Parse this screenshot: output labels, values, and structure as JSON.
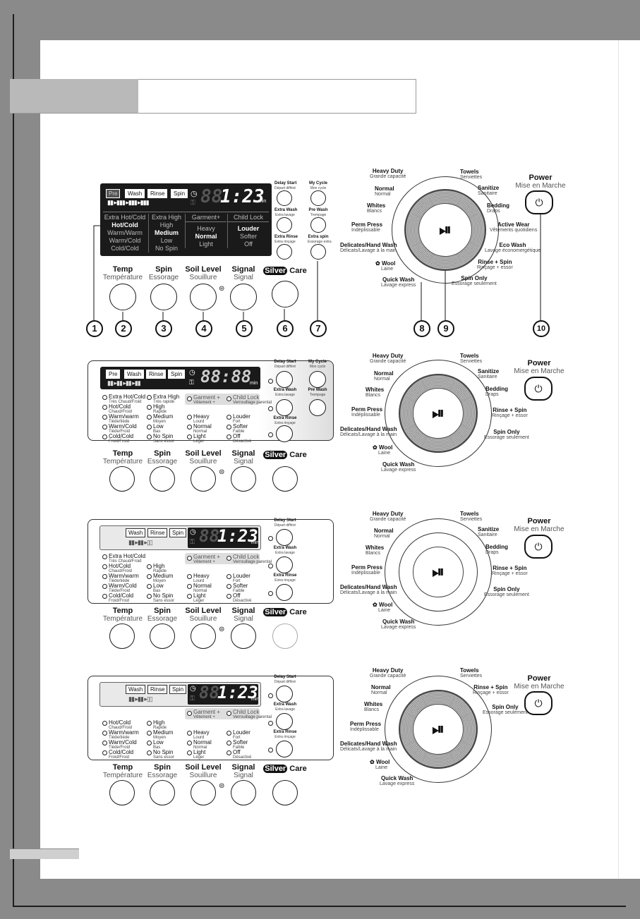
{
  "panels": {
    "p1": {
      "stages": [
        "Pre",
        "Wash",
        "Rinse",
        "Spin"
      ],
      "time": "1:23",
      "time_digits": "88",
      "unit": "min",
      "temp_options": [
        "Extra Hot/Cold",
        "Hot/Cold",
        "Warm/Warm",
        "Warm/Cold",
        "Cold/Cold"
      ],
      "spin_options": [
        "Extra High",
        "High",
        "Medium",
        "Low",
        "No Spin"
      ],
      "soil_header": "Garment+",
      "soil_options": [
        "Heavy",
        "Normal",
        "Light"
      ],
      "signal_header": "Child Lock",
      "signal_options": [
        "Louder",
        "Softer",
        "Off"
      ],
      "small_buttons": [
        {
          "en": "Delay Start",
          "fr": "Départ différé"
        },
        {
          "en": "My Cycle",
          "fr": "Mon cycle"
        },
        {
          "en": "Extra Wash",
          "fr": "Extra lavage"
        },
        {
          "en": "Pre Wash",
          "fr": "Trempage"
        },
        {
          "en": "Extra Rinse",
          "fr": "Extra rinçage"
        },
        {
          "en": "Extra spin",
          "fr": "Essorage extra"
        }
      ]
    },
    "p2": {
      "stages": [
        "Pre",
        "Wash",
        "Rinse",
        "Spin"
      ],
      "time": "88:88",
      "unit": "min",
      "temp_options": [
        {
          "en": "Extra Hot/Cold",
          "fr": "Très Chaud/Froid"
        },
        {
          "en": "Hot/Cold",
          "fr": "Chaud/Froid"
        },
        {
          "en": "Warm/warm",
          "fr": "Tiède/tiède"
        },
        {
          "en": "Warm/Cold",
          "fr": "Tiède/Froid"
        },
        {
          "en": "Cold/Cold",
          "fr": "Froid/Froid"
        }
      ],
      "spin_options": [
        {
          "en": "Extra High",
          "fr": "Très rapide"
        },
        {
          "en": "High",
          "fr": "Rapide"
        },
        {
          "en": "Medium",
          "fr": "Moyen"
        },
        {
          "en": "Low",
          "fr": "Bas"
        },
        {
          "en": "No Spin",
          "fr": "Sans essor"
        }
      ],
      "soil_header": {
        "en": "Garment +",
        "fr": "Vêtement +"
      },
      "soil_options": [
        {
          "en": "Heavy",
          "fr": "Lourd"
        },
        {
          "en": "Normal",
          "fr": "Normal"
        },
        {
          "en": "Light",
          "fr": "Léger"
        }
      ],
      "signal_header": {
        "en": "Child Lock",
        "fr": "Verrouillage parental"
      },
      "signal_options": [
        {
          "en": "Louder",
          "fr": "Fort"
        },
        {
          "en": "Softer",
          "fr": "Faible"
        },
        {
          "en": "Off",
          "fr": "Désactivé"
        }
      ],
      "small_buttons": [
        {
          "en": "Delay Start",
          "fr": "Départ différé"
        },
        {
          "en": "My Cycle",
          "fr": "Mon cycle"
        },
        {
          "en": "Extra Wash",
          "fr": "Extra lavage"
        },
        {
          "en": "Pre Wash",
          "fr": "Trempage"
        },
        {
          "en": "Extra Rinse",
          "fr": "Extra rinçage"
        }
      ]
    },
    "p3": {
      "stages": [
        "Wash",
        "Rinse",
        "Spin"
      ],
      "time": "1:23",
      "time_digits": "88",
      "unit": "min",
      "temp_options": [
        {
          "en": "Extra Hot/Cold",
          "fr": "Très Chaud/Froid"
        },
        {
          "en": "Hot/Cold",
          "fr": "Chaud/Froid"
        },
        {
          "en": "Warm/warm",
          "fr": "Tiède/tiède"
        },
        {
          "en": "Warm/Cold",
          "fr": "Tiède/Froid"
        },
        {
          "en": "Cold/Cold",
          "fr": "Froid/Froid"
        }
      ],
      "spin_options": [
        {
          "en": "High",
          "fr": "Rapide"
        },
        {
          "en": "Medium",
          "fr": "Moyen"
        },
        {
          "en": "Low",
          "fr": "Bas"
        },
        {
          "en": "No Spin",
          "fr": "Sans essor"
        }
      ],
      "soil_header": {
        "en": "Garment +",
        "fr": "Vêtement +"
      },
      "soil_options": [
        {
          "en": "Heavy",
          "fr": "Lourd"
        },
        {
          "en": "Normal",
          "fr": "Normal"
        },
        {
          "en": "Light",
          "fr": "Léger"
        }
      ],
      "signal_header": {
        "en": "Child Lock",
        "fr": "Verrouillage parental"
      },
      "signal_options": [
        {
          "en": "Louder",
          "fr": "Fort"
        },
        {
          "en": "Softer",
          "fr": "Faible"
        },
        {
          "en": "Off",
          "fr": "Désactivé"
        }
      ],
      "small_buttons": [
        {
          "en": "Delay Start",
          "fr": "Départ différé"
        },
        {
          "en": "Extra Wash",
          "fr": "Extra lavage"
        },
        {
          "en": "Extra Rinse",
          "fr": "Extra rinçage"
        }
      ]
    },
    "p4": {
      "stages": [
        "Wash",
        "Rinse",
        "Spin"
      ],
      "time": "1:23",
      "time_digits": "88",
      "unit": "min",
      "temp_options": [
        {
          "en": "Hot/Cold",
          "fr": "Chaud/Froid"
        },
        {
          "en": "Warm/warm",
          "fr": "Tiède/tiède"
        },
        {
          "en": "Warm/Cold",
          "fr": "Tiède/Froid"
        },
        {
          "en": "Cold/Cold",
          "fr": "Froid/Froid"
        }
      ],
      "spin_options": [
        {
          "en": "High",
          "fr": "Rapide"
        },
        {
          "en": "Medium",
          "fr": "Moyen"
        },
        {
          "en": "Low",
          "fr": "Bas"
        },
        {
          "en": "No Spin",
          "fr": "Sans essor"
        }
      ],
      "soil_header": {
        "en": "Garment +",
        "fr": "Vêtement +"
      },
      "soil_options": [
        {
          "en": "Heavy",
          "fr": "Lourd"
        },
        {
          "en": "Normal",
          "fr": "Normal"
        },
        {
          "en": "Light",
          "fr": "Léger"
        }
      ],
      "signal_header": {
        "en": "Child Lock",
        "fr": "Verrouillage parental"
      },
      "signal_options": [
        {
          "en": "Louder",
          "fr": "Fort"
        },
        {
          "en": "Softer",
          "fr": "Faible"
        },
        {
          "en": "Off",
          "fr": "Désactivé"
        }
      ],
      "small_buttons": [
        {
          "en": "Delay Start",
          "fr": "Départ différé"
        },
        {
          "en": "Extra Wash",
          "fr": "Extra lavage"
        },
        {
          "en": "Extra Rinse",
          "fr": "Extra rinçage"
        }
      ]
    }
  },
  "knobs": [
    {
      "en": "Temp",
      "fr": "Température"
    },
    {
      "en": "Spin",
      "fr": "Essorage"
    },
    {
      "en": "Soil Level",
      "fr": "Souillure"
    },
    {
      "en": "Signal",
      "fr": "Signal"
    }
  ],
  "silver_care": {
    "silver": "Silver",
    "care": "Care"
  },
  "power": {
    "en": "Power",
    "fr": "Mise en Marche"
  },
  "callouts": [
    "1",
    "2",
    "3",
    "4",
    "5",
    "6",
    "7",
    "8",
    "9",
    "10"
  ],
  "cycles_a": [
    {
      "en": "Heavy Duty",
      "fr": "Grande capacité"
    },
    {
      "en": "Normal",
      "fr": "Normal"
    },
    {
      "en": "Whites",
      "fr": "Blancs"
    },
    {
      "en": "Perm Press",
      "fr": "Indéplissable"
    },
    {
      "en": "Delicates/Hand Wash",
      "fr": "Délicats/Lavage à la main"
    },
    {
      "en": "Wool",
      "fr": "Laine"
    },
    {
      "en": "Quick Wash",
      "fr": "Lavage express"
    },
    {
      "en": "Spin Only",
      "fr": "Essorage seulement"
    },
    {
      "en": "Rinse + Spin",
      "fr": "Rinçage + essor"
    },
    {
      "en": "Eco Wash",
      "fr": "Lavage économergétique"
    },
    {
      "en": "Active Wear",
      "fr": "Vêtements quotidiens"
    },
    {
      "en": "Bedding",
      "fr": "Draps"
    },
    {
      "en": "Sanitize",
      "fr": "Sanitaire"
    },
    {
      "en": "Towels",
      "fr": "Serviettes"
    }
  ],
  "cycles_b": [
    {
      "en": "Heavy Duty",
      "fr": "Grande capacité"
    },
    {
      "en": "Normal",
      "fr": "Normal"
    },
    {
      "en": "Whites",
      "fr": "Blancs"
    },
    {
      "en": "Perm Press",
      "fr": "Indéplissable"
    },
    {
      "en": "Delicates/Hand Wash",
      "fr": "Délicats/Lavage à la main"
    },
    {
      "en": "Wool",
      "fr": "Laine"
    },
    {
      "en": "Quick Wash",
      "fr": "Lavage express"
    },
    {
      "en": "Spin Only",
      "fr": "Essorage seulement"
    },
    {
      "en": "Rinse + Spin",
      "fr": "Rinçage + essor"
    },
    {
      "en": "Bedding",
      "fr": "Draps"
    },
    {
      "en": "Sanitize",
      "fr": "Sanitaire"
    },
    {
      "en": "Towels",
      "fr": "Serviettes"
    }
  ],
  "cycles_c": [
    {
      "en": "Heavy Duty",
      "fr": "Grande capacité"
    },
    {
      "en": "Normal",
      "fr": "Normal"
    },
    {
      "en": "Whites",
      "fr": "Blancs"
    },
    {
      "en": "Perm Press",
      "fr": "Indéplissable"
    },
    {
      "en": "Delicates/Hand Wash",
      "fr": "Délicats/Lavage à la main"
    },
    {
      "en": "Wool",
      "fr": "Laine"
    },
    {
      "en": "Quick Wash",
      "fr": "Lavage express"
    },
    {
      "en": "Spin Only",
      "fr": "Essorage seulement"
    },
    {
      "en": "Rinse + Spin",
      "fr": "Rinçage + essor"
    },
    {
      "en": "Towels",
      "fr": "Serviettes"
    }
  ],
  "icons": {
    "start_pause": "play-pause-icon",
    "power": "power-icon",
    "timer": "clock-icon",
    "lock": "lock-icon",
    "wool": "wool-icon"
  }
}
